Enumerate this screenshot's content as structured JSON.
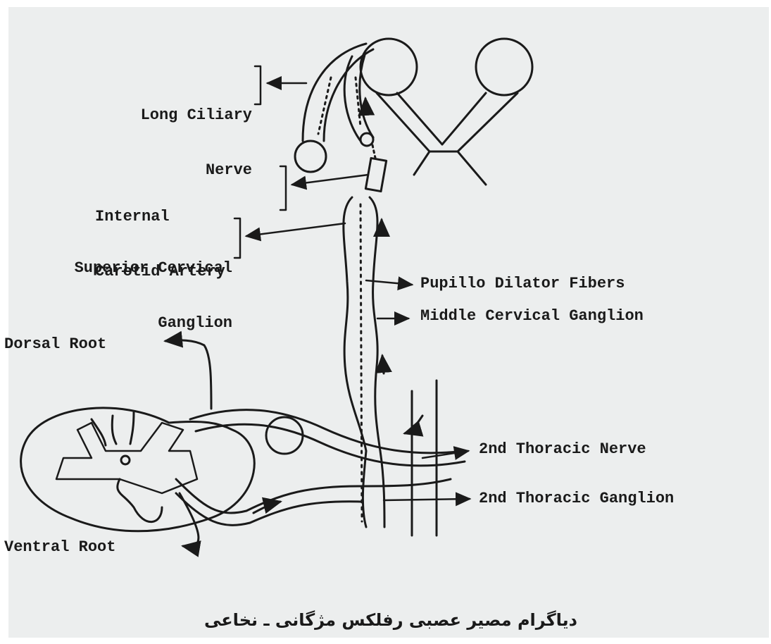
{
  "labels": {
    "long_ciliary_nerve": [
      "Long Ciliary",
      "Nerve"
    ],
    "internal_carotid_artery": [
      "Internal",
      "Carotid Artery"
    ],
    "superior_cervical_ganglion": [
      "Superior Cervical",
      "Ganglion"
    ],
    "pupillo_dilator_fibers": "Pupillo Dilator Fibers",
    "middle_cervical_ganglion": "Middle Cervical Ganglion",
    "dorsal_root": "Dorsal Root",
    "second_thoracic_nerve": "2nd Thoracic Nerve",
    "second_thoracic_ganglion": "2nd Thoracic Ganglion",
    "ventral_root": "Ventral Root"
  },
  "caption": "دیاگرام مصیر عصبی رفلکس مژگانی ـ نخاعی",
  "colors": {
    "paper": "#eceeee",
    "ink": "#1a1a1a"
  }
}
